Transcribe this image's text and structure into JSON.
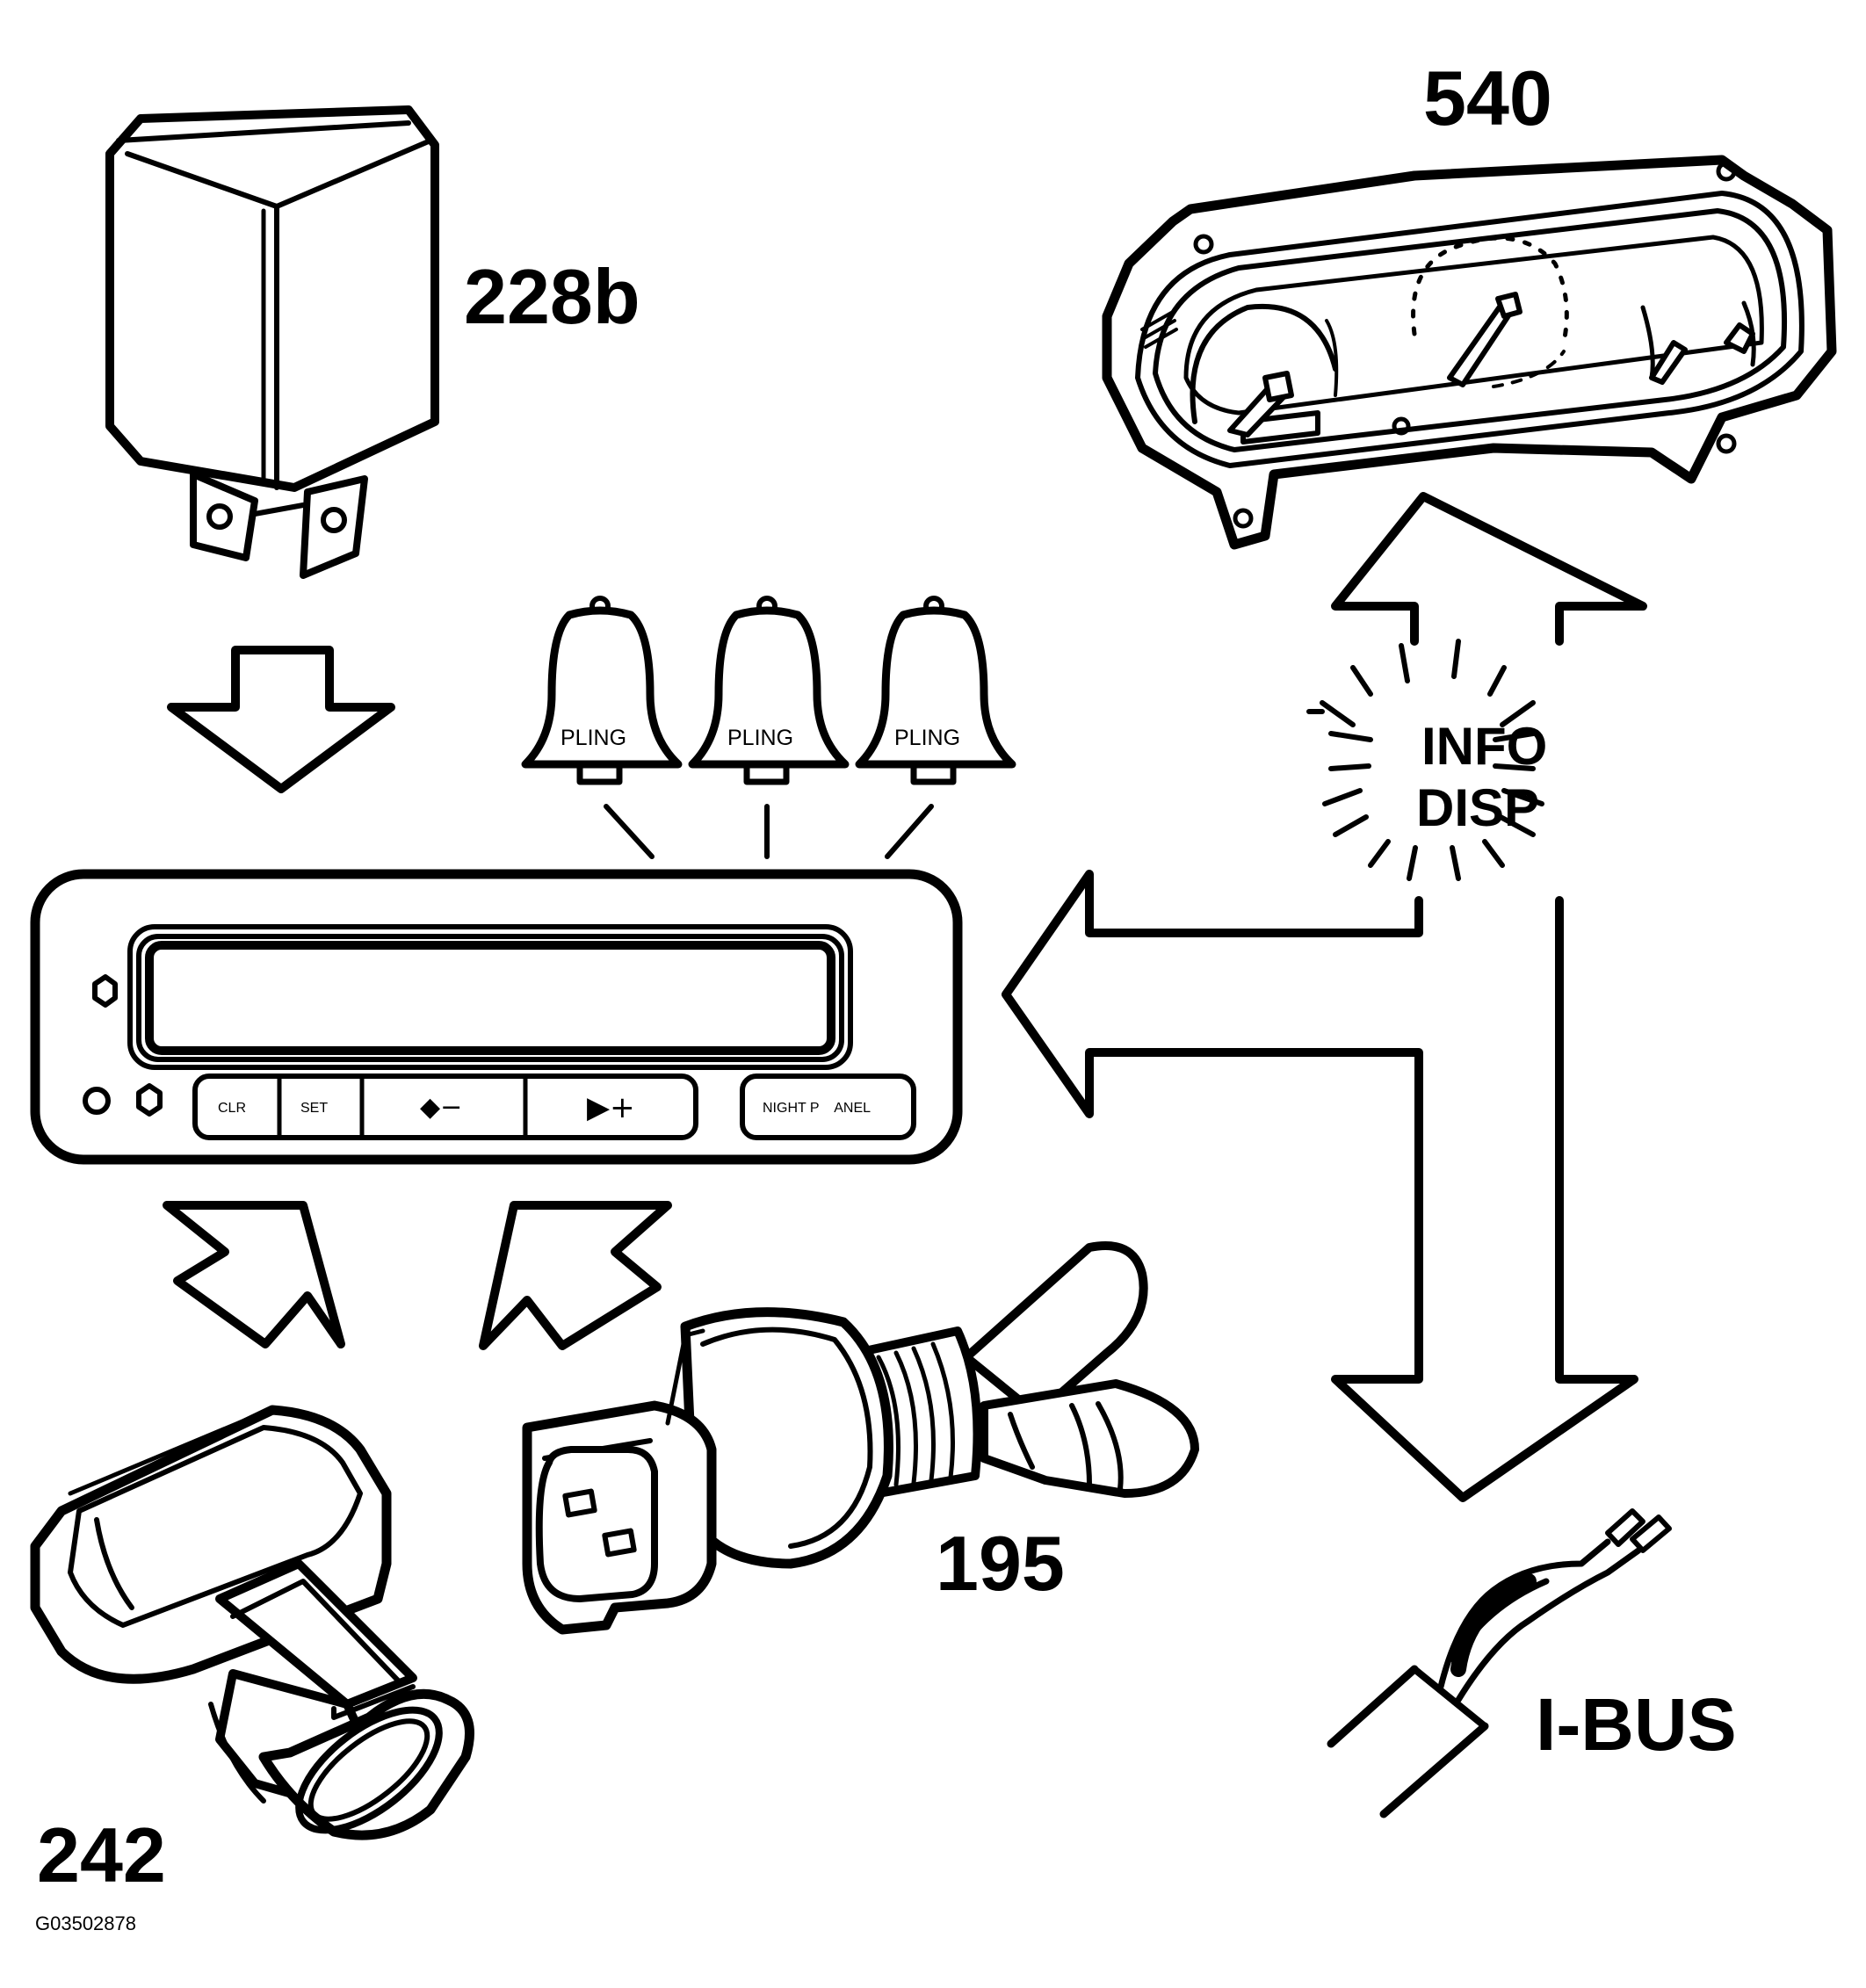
{
  "callouts": {
    "relay": "228b",
    "cluster": "540",
    "sensor": "195",
    "connector": "242",
    "bus": "I-BUS"
  },
  "info_display": {
    "line1": "INFO",
    "line2": "DISP"
  },
  "chimes": [
    "PLING",
    "PLING",
    "PLING"
  ],
  "display_unit": {
    "buttons": {
      "clr": "CLR",
      "set": "SET",
      "minus": "◆−",
      "plus": "▶+",
      "night_panel": "NIGHT P    ANEL"
    }
  },
  "figure_id": "G03502878",
  "colors": {
    "ink": "#000000",
    "paper": "#ffffff"
  }
}
